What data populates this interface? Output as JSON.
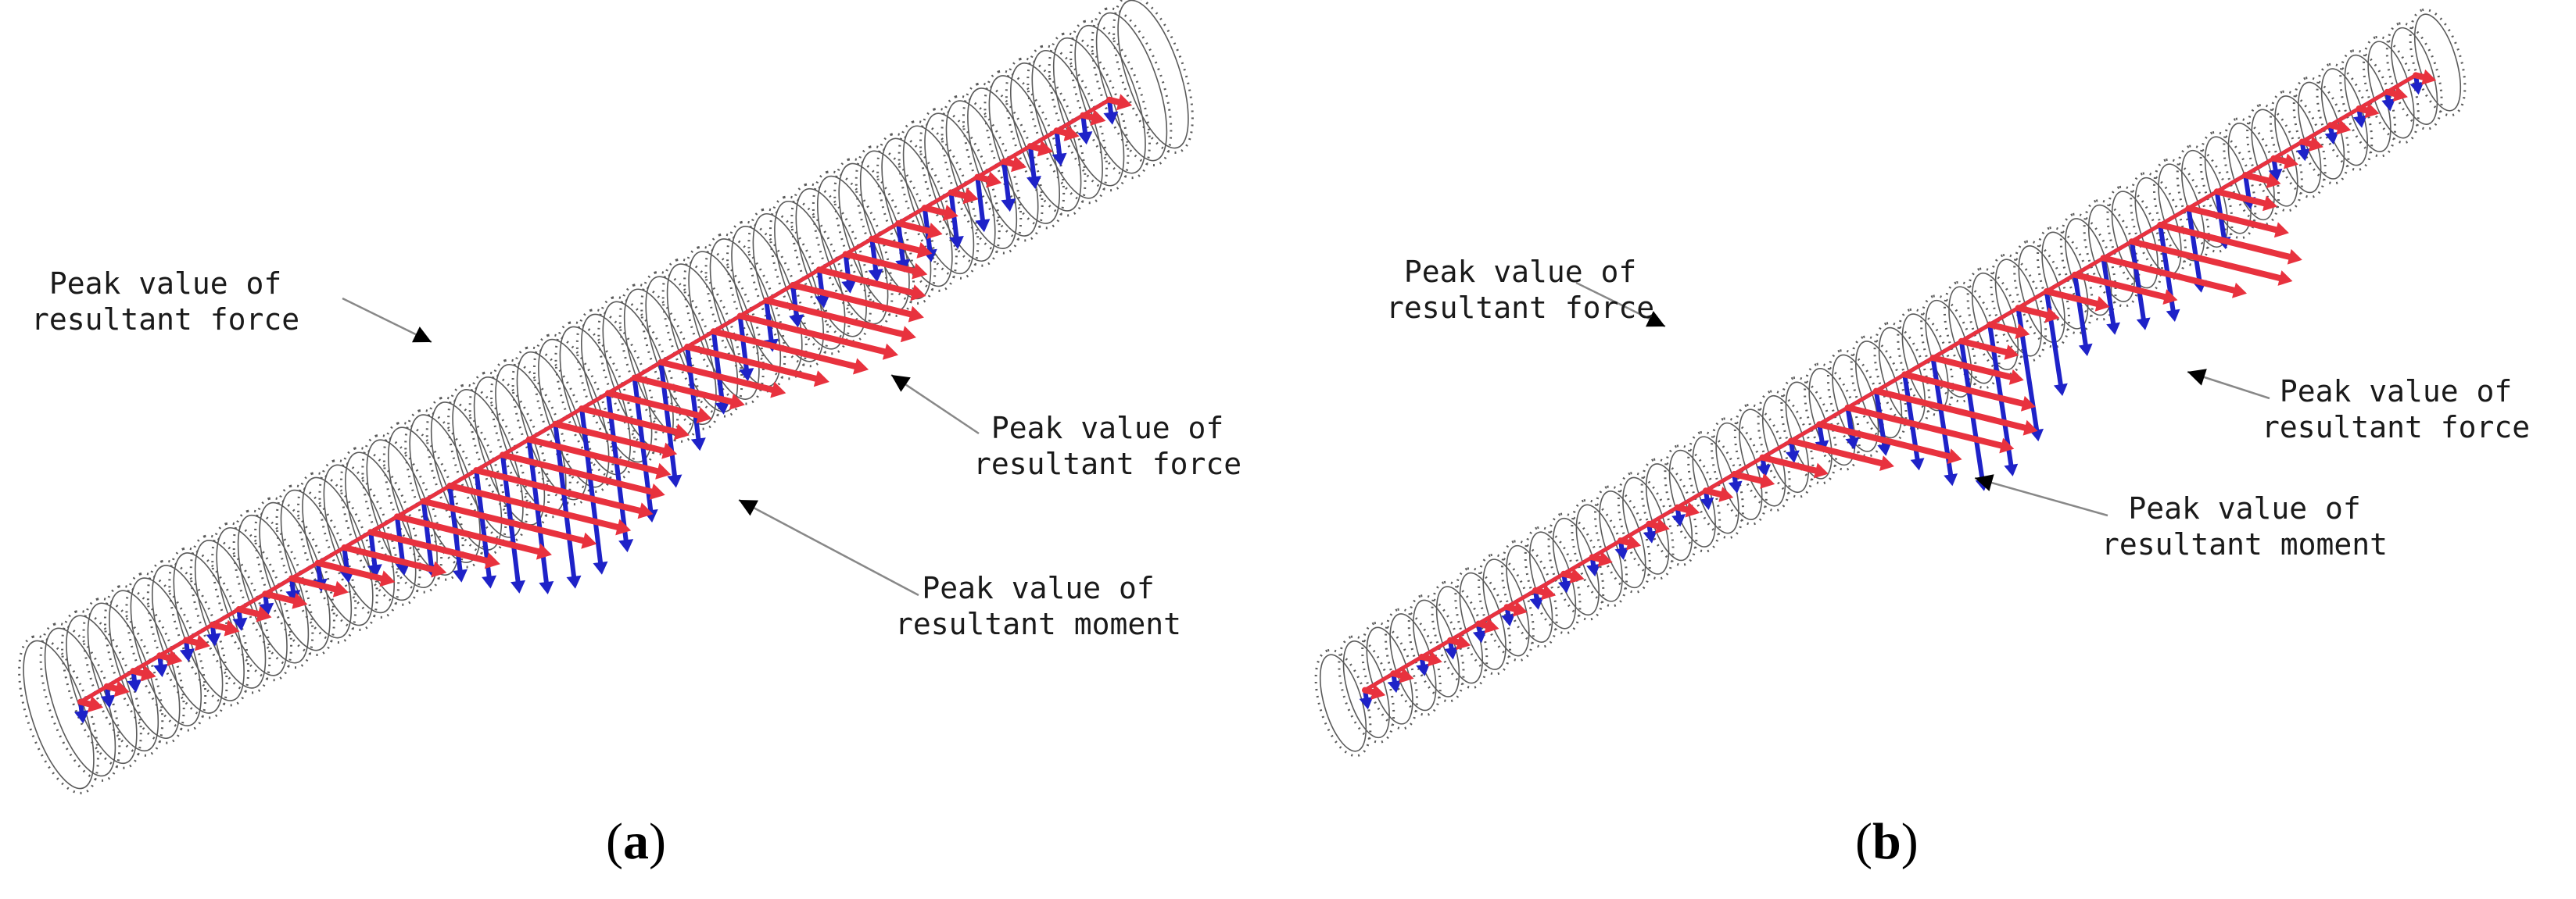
{
  "panels": [
    {
      "id": "a",
      "label_open": "(",
      "label_letter": "a",
      "label_close": ")",
      "annotations": [
        {
          "line1": "Peak value of",
          "line2": "resultant force"
        },
        {
          "line1": "Peak value of",
          "line2": "resultant force"
        },
        {
          "line1": "Peak value of",
          "line2": "resultant moment"
        }
      ]
    },
    {
      "id": "b",
      "label_open": "(",
      "label_letter": "b",
      "label_close": ")",
      "annotations": [
        {
          "line1": "Peak value of",
          "line2": "resultant force"
        },
        {
          "line1": "Peak value of",
          "line2": "resultant force"
        },
        {
          "line1": "Peak value of",
          "line2": "resultant moment"
        }
      ]
    }
  ],
  "colors": {
    "force": "#e8323e",
    "moment": "#1e22c8",
    "coil": "#5a5a5a",
    "leader": "#888888",
    "pointer": "#000000"
  }
}
